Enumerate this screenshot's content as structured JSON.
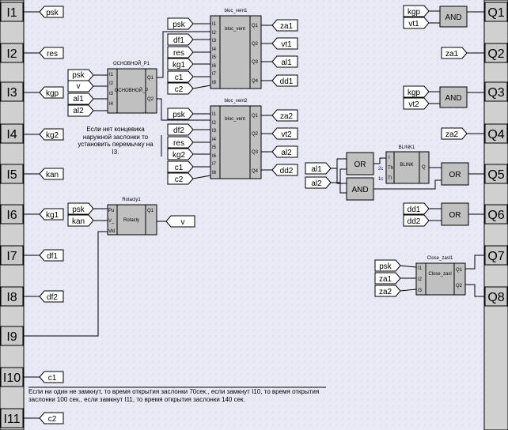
{
  "colors": {
    "background": "#e9e9f6",
    "rail": "#d0d0d0",
    "block": "#c0c0c0",
    "line": "#000000",
    "pin_blue": "#000080"
  },
  "inputs": [
    "I1",
    "I2",
    "I3",
    "I4",
    "I5",
    "I6",
    "I7",
    "I8",
    "I9",
    "I10",
    "I11"
  ],
  "outputs": [
    "Q1",
    "Q2",
    "Q3",
    "Q4",
    "Q5",
    "Q6",
    "Q7",
    "Q8"
  ],
  "input_signals": [
    "psk",
    "res",
    "kgp",
    "kg2",
    "kan",
    "kg1",
    "df1",
    "df2",
    "c1",
    "c2"
  ],
  "output_signals": {
    "q2": "za1",
    "q4": "za2"
  },
  "main_p1": {
    "label": "ОСНОВНОЙ_P1",
    "body": "ОСНОВНОЙ_P",
    "inputs": [
      "psk",
      "v",
      "al1",
      "al2"
    ],
    "pins_in": [
      "I1",
      "I2",
      "I3",
      "I4"
    ],
    "pins_out": [
      "Q1",
      "Q2"
    ]
  },
  "vent1": {
    "label": "bloc_vent1",
    "body": "bloc_vent",
    "inputs": [
      "psk",
      "df1",
      "res",
      "kg1",
      "c1",
      "c2"
    ],
    "outputs": [
      "za1",
      "vt1",
      "al1",
      "dd1"
    ],
    "pins_in": [
      "I1",
      "I2",
      "I3",
      "I4",
      "I5",
      "I6",
      "I7",
      "I8"
    ],
    "pins_out": [
      "Q1",
      "Q2",
      "Q3",
      "Q4"
    ]
  },
  "vent2": {
    "label": "bloc_vent2",
    "body": "bloc_vent",
    "inputs": [
      "psk",
      "df2",
      "res",
      "kg2",
      "c1",
      "c2"
    ],
    "outputs": [
      "za2",
      "vt2",
      "al2",
      "dd2"
    ],
    "pins_in": [
      "I1",
      "I2",
      "I3",
      "I4",
      "I5",
      "I6",
      "I7",
      "I8"
    ],
    "pins_out": [
      "Q1",
      "Q2",
      "Q3",
      "Q4"
    ]
  },
  "rotacly": {
    "label": "Rotacly1",
    "body": "Rotacly",
    "inputs": [
      "psk",
      "kan"
    ],
    "output": "v",
    "pins_in": [
      "Pu",
      "V_",
      "Vkl"
    ],
    "pins_out": [
      "Q1"
    ]
  },
  "note_main": "Если нет концевика наружной заслонки то установить перемычку на I3.",
  "gates_right": {
    "and_q1": {
      "inputs": [
        "kgp",
        "vt1"
      ],
      "label": "AND"
    },
    "and_q3": {
      "inputs": [
        "kgp",
        "vt2"
      ],
      "label": "AND"
    },
    "blink": {
      "or1_label": "OR",
      "and_label": "AND",
      "inputs": [
        "al1",
        "al2"
      ],
      "block_label": "BLINK1",
      "block_body": "BLINK",
      "pins_in": [
        "I",
        "Th",
        "Tl"
      ],
      "pin_out": "Q",
      "param_labels": [
        "2c",
        "1c"
      ],
      "or2_label": "OR"
    },
    "or_q6": {
      "inputs": [
        "dd1",
        "dd2"
      ],
      "label": "OR"
    }
  },
  "close_zasl": {
    "label": "Close_zasl1",
    "body": "Close_zasl",
    "inputs": [
      "psk",
      "za1",
      "za2"
    ],
    "pins_in": [
      "I1",
      "I2",
      "I3"
    ],
    "pins_out": [
      "Q1",
      "Q2"
    ]
  },
  "note_bottom": "Если ни один не замкнут, то время открытия заслонки 70сек., если замкнут I10, то время открытия заслонки 100 сек., если замкнут I11, то время открытия заслонки 140 сек."
}
